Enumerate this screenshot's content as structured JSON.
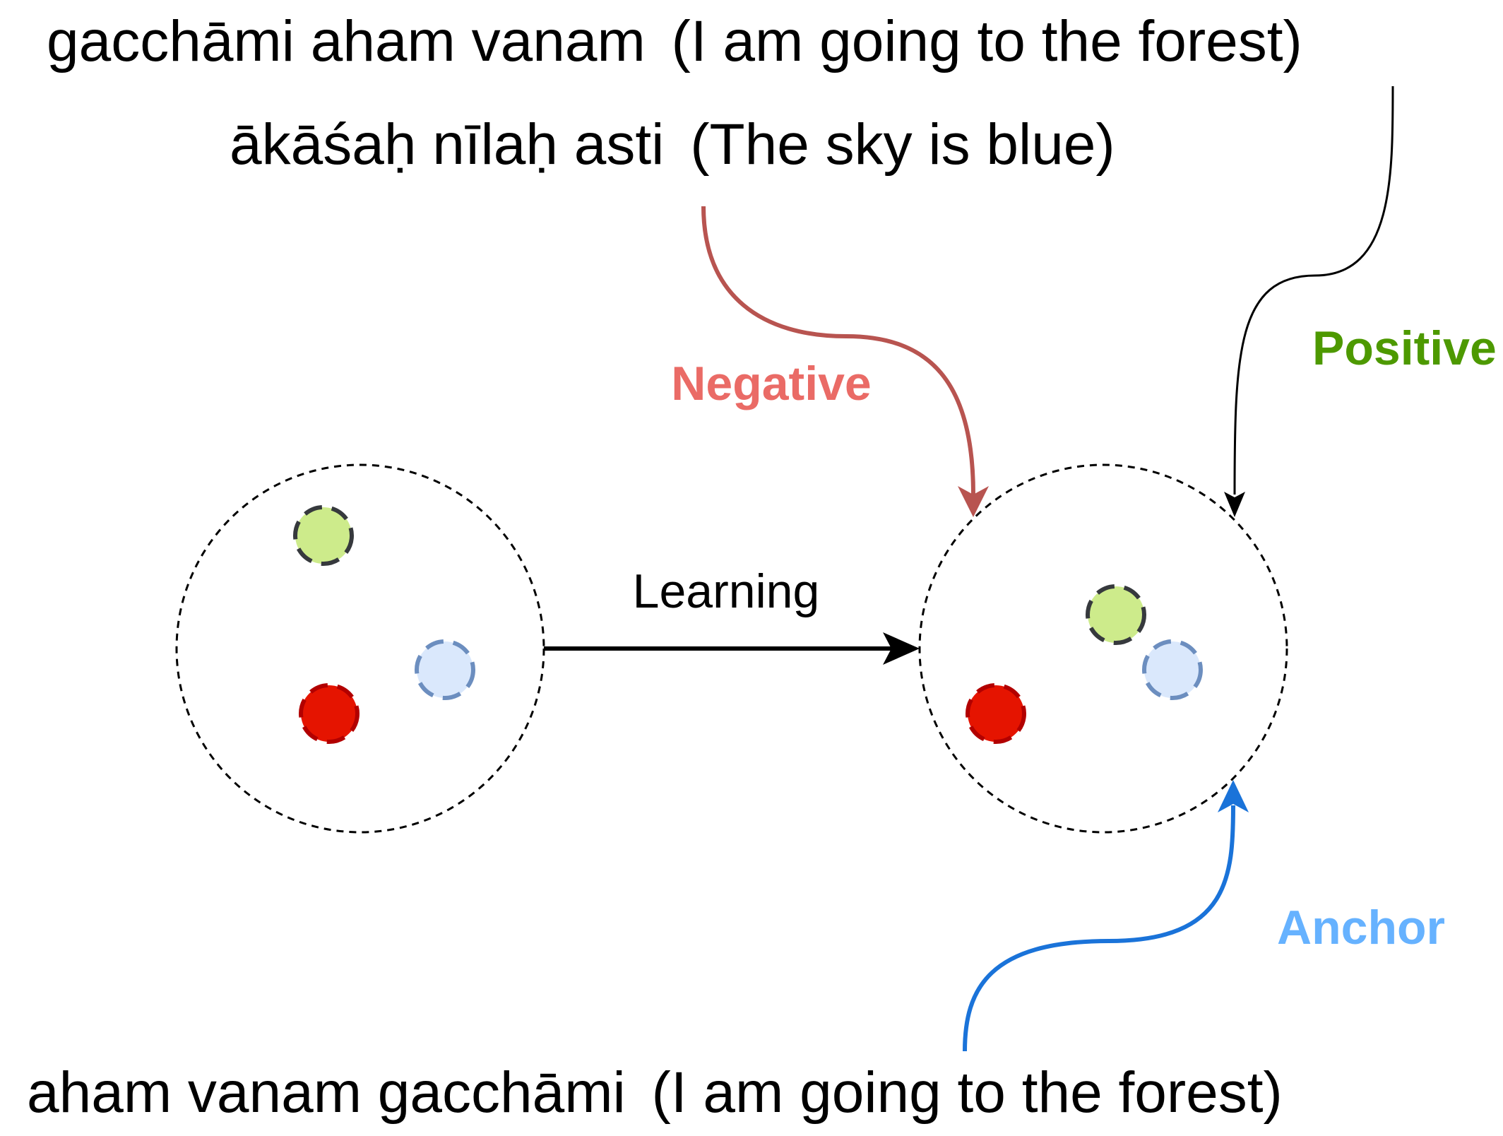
{
  "sentences": {
    "positive_text": "gacchāmi aham vanam",
    "positive_translation": "(I am going to the forest)",
    "negative_text": "ākāśaḥ nīlaḥ asti",
    "negative_translation": "(The sky is blue)",
    "anchor_text": "aham vanam gacchāmi",
    "anchor_translation": "(I am going to the forest)"
  },
  "labels": {
    "negative": "Negative",
    "positive": "Positive",
    "anchor": "Anchor",
    "learning": "Learning"
  },
  "colors": {
    "negative_label": "#EA6B66",
    "negative_arrow": "#B85450",
    "positive_label": "#4D9900",
    "positive_arrow": "#000000",
    "anchor_label": "#66B2FF",
    "anchor_arrow": "#1A73D9",
    "green_dot_fill": "#CDEB8B",
    "green_dot_stroke": "#36393D",
    "blue_dot_fill": "#DAE8FC",
    "blue_dot_stroke": "#6C8EBF",
    "red_dot_fill": "#E51400",
    "red_dot_stroke": "#B20000"
  }
}
